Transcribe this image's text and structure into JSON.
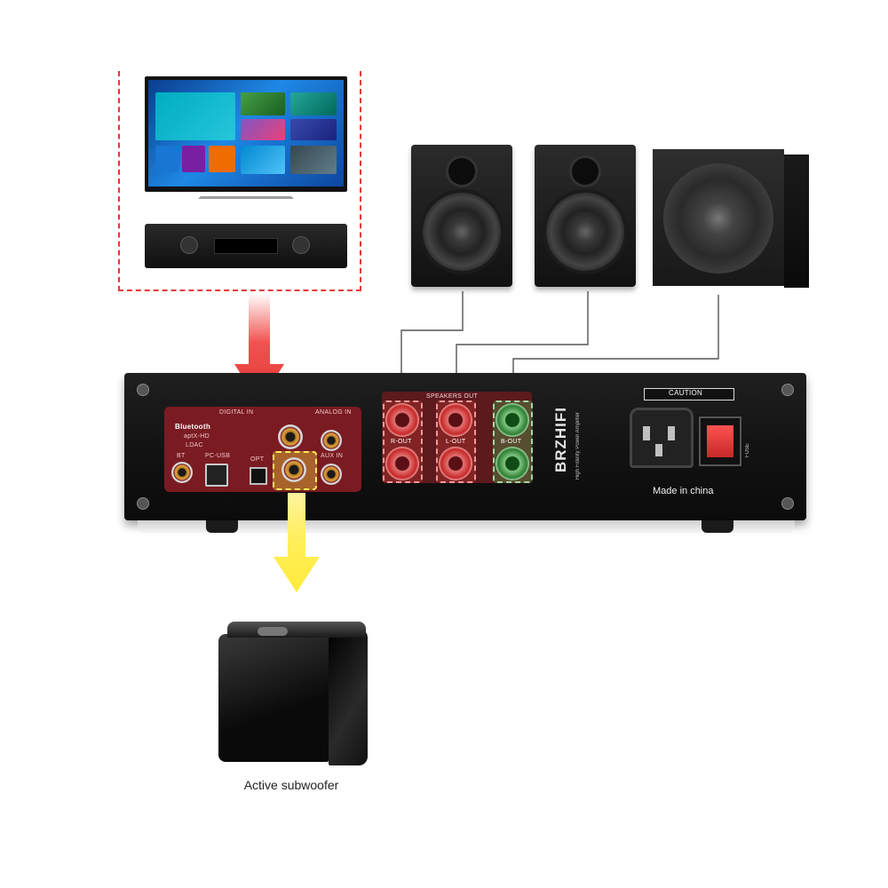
{
  "labels": {
    "digital_in": "DIGITAL IN",
    "analog_in": "ANALOG IN",
    "bluetooth": "Bluetooth",
    "aptx": "aptX-HD",
    "ldac": "LDAC",
    "bt": "BT",
    "pc_usb": "PC-USB",
    "opt": "OPT",
    "aux": "AUX IN",
    "speakers_out": "SPEAKERS OUT",
    "r_out": "R-OUT",
    "l_out": "L-OUT",
    "b_out": "B-OUT",
    "brand": "BRZHIFI",
    "subtitle": "High Fidelity Power Amplifier",
    "caution": "CAUTION",
    "fuse": "FUSE",
    "made_in": "Made in china",
    "active_subwoofer": "Active subwoofer"
  },
  "colors": {
    "signal_arrow": "#e53935",
    "sub_arrow": "#ffeb3b",
    "digital_panel": "#7a1b22",
    "speaker_terminal": "#c62828",
    "sub_terminal": "#2e7d32",
    "power_switch": "#e53935"
  },
  "icons": [
    "tv-icon",
    "media-player-icon",
    "bookshelf-speaker-icon",
    "subwoofer-icon",
    "amplifier-icon",
    "arrow-down-icon"
  ]
}
